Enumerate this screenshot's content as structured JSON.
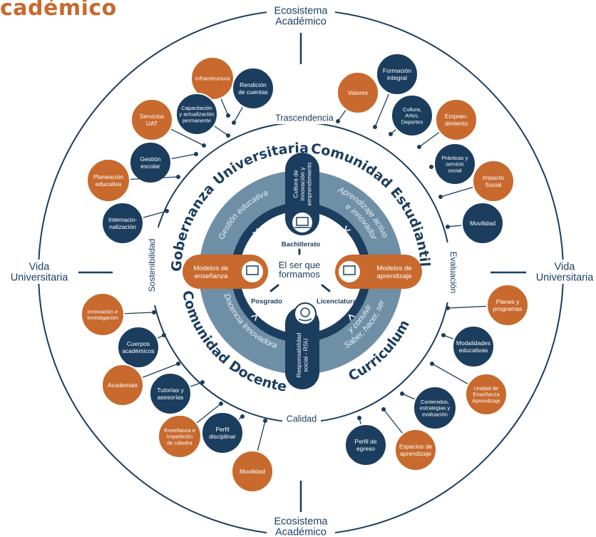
{
  "colors": {
    "navy": "#1b3d5e",
    "orange": "#c8692d",
    "steel_blue": "#6f8fa6",
    "white": "#ffffff"
  },
  "brand_wordmark": "cadémico",
  "outer_labels": {
    "top": [
      "Ecosistema",
      "Académico"
    ],
    "bottom": [
      "Ecosistema",
      "Académico"
    ],
    "left": [
      "Vida",
      "Universitaria"
    ],
    "right": [
      "Vida",
      "Universitaria"
    ]
  },
  "ring_labels": {
    "top": "Trascendencia",
    "bottom": "Calidad",
    "left": "Sostenibilidad",
    "right": "Evaluación"
  },
  "quadrant_titles": {
    "top_left": "Gobernanza Universitaria",
    "top_right": "Comunidad Estudiantil",
    "bottom_left": "Comunidad Docente",
    "bottom_right": "Curriculum"
  },
  "inner_ring_labels": {
    "top_left": "Gestión educativa",
    "top_right": [
      "Aprendizaje activo",
      "e innovador"
    ],
    "bottom_left": "Docencia Innovadora",
    "bottom_right": [
      "Saber, hacer, ser",
      "y convivir"
    ]
  },
  "pillars": {
    "top": [
      "Cultura de",
      "innovación y",
      "emprendimiento"
    ],
    "bottom": [
      "Responsabilidad",
      "social - RSU"
    ],
    "left": [
      "Modelos de",
      "enseñanza"
    ],
    "right": [
      "Modelos de",
      "aprendizaje"
    ]
  },
  "center": {
    "title": [
      "El ser que",
      "formamos"
    ],
    "levels": [
      "Bachillerato",
      "Posgrado",
      "Licenciatura"
    ]
  },
  "bubbles": {
    "top_left": [
      {
        "lines": [
          "Infraestructura"
        ],
        "color": "orange"
      },
      {
        "lines": [
          "Rendición",
          "de cuentas"
        ],
        "color": "navy"
      },
      {
        "lines": [
          "Capacitación",
          "y actualización",
          "permanente"
        ],
        "color": "navy"
      },
      {
        "lines": [
          "Servicios",
          "UAT"
        ],
        "color": "orange"
      },
      {
        "lines": [
          "Gestión",
          "escolar"
        ],
        "color": "navy"
      },
      {
        "lines": [
          "Planeación",
          "educativa"
        ],
        "color": "orange"
      },
      {
        "lines": [
          "Internacio-",
          "nalización"
        ],
        "color": "navy"
      }
    ],
    "top_right": [
      {
        "lines": [
          "Valores"
        ],
        "color": "orange"
      },
      {
        "lines": [
          "Formación",
          "integral"
        ],
        "color": "navy"
      },
      {
        "lines": [
          "Cultura,",
          "Artes,",
          "Deportes"
        ],
        "color": "navy"
      },
      {
        "lines": [
          "Empren-",
          "dimiento"
        ],
        "color": "orange"
      },
      {
        "lines": [
          "Prácticas y",
          "servicio",
          "social"
        ],
        "color": "navy"
      },
      {
        "lines": [
          "Impacto",
          "Social"
        ],
        "color": "orange"
      },
      {
        "lines": [
          "Movilidad"
        ],
        "color": "navy"
      }
    ],
    "bottom_left": [
      {
        "lines": [
          "Innovación e",
          "investigación"
        ],
        "color": "orange"
      },
      {
        "lines": [
          "Cuerpos",
          "académicos"
        ],
        "color": "navy"
      },
      {
        "lines": [
          "Academias"
        ],
        "color": "orange"
      },
      {
        "lines": [
          "Tutorías y",
          "asesorías"
        ],
        "color": "navy"
      },
      {
        "lines": [
          "Enseñanza e",
          "Impartición",
          "de cátedra"
        ],
        "color": "orange"
      },
      {
        "lines": [
          "Perfil",
          "disciplinar"
        ],
        "color": "navy"
      },
      {
        "lines": [
          "Movilidad"
        ],
        "color": "orange"
      }
    ],
    "bottom_right": [
      {
        "lines": [
          "Planes y",
          "programas"
        ],
        "color": "orange"
      },
      {
        "lines": [
          "Modalidades",
          "educativas"
        ],
        "color": "navy"
      },
      {
        "lines": [
          "Unidad de",
          "Enseñanza",
          "Aprendizaje"
        ],
        "color": "orange"
      },
      {
        "lines": [
          "Contenidos,",
          "estrategias y",
          "evaluación"
        ],
        "color": "navy"
      },
      {
        "lines": [
          "Espacios de",
          "aprendizaje"
        ],
        "color": "orange"
      },
      {
        "lines": [
          "Perfil de",
          "egreso"
        ],
        "color": "navy"
      }
    ]
  }
}
